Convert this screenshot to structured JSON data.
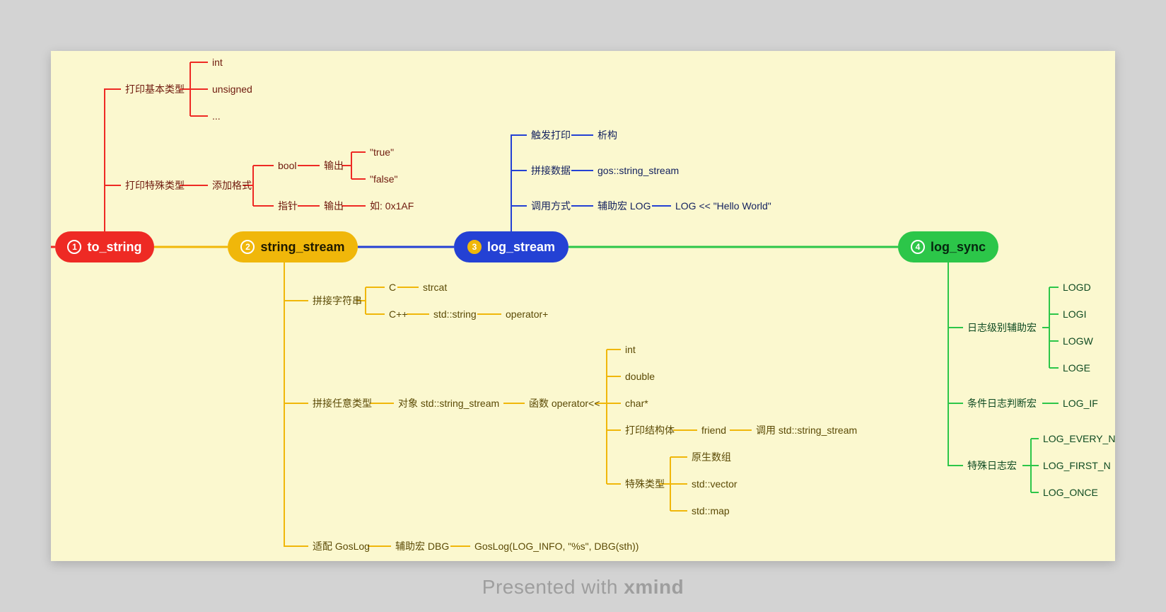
{
  "footer": {
    "prefix": "Presented with",
    "brand": "xmind"
  },
  "colors": {
    "red": "#ee2a24",
    "yellow": "#f0b70a",
    "blue": "#2441d4",
    "green": "#2cc649"
  },
  "main_nodes": [
    {
      "num": "1",
      "label": "to_string"
    },
    {
      "num": "2",
      "label": "string_stream"
    },
    {
      "num": "3",
      "label": "log_stream"
    },
    {
      "num": "4",
      "label": "log_sync"
    }
  ],
  "to_string": {
    "basic": "打印基本类型",
    "int": "int",
    "unsigned": "unsigned",
    "etc": "...",
    "special": "打印特殊类型",
    "add_format": "添加格式",
    "bool": "bool",
    "output_bool": "输出",
    "true": "\"true\"",
    "false": "\"false\"",
    "pointer": "指针",
    "output_ptr": "输出",
    "ptr_example": "如: 0x1AF"
  },
  "string_stream": {
    "concat_str": "拼接字符串",
    "c": "C",
    "strcat": "strcat",
    "cpp": "C++",
    "std_string": "std::string",
    "op_plus": "operator+",
    "concat_any": "拼接任意类型",
    "obj": "对象 std::string_stream",
    "func": "函数 operator<<",
    "int": "int",
    "double": "double",
    "charp": "char*",
    "print_struct": "打印结构体",
    "friend": "friend",
    "call_ss": "调用 std::string_stream",
    "special": "特殊类型",
    "raw_array": "原生数组",
    "vector": "std::vector",
    "map": "std::map",
    "adapt": "适配 GosLog",
    "dbg": "辅助宏 DBG",
    "goslog": "GosLog(LOG_INFO, \"%s\", DBG(sth))"
  },
  "log_stream": {
    "trigger": "触发打印",
    "destruct": "析构",
    "concat": "拼接数据",
    "gos_ss": "gos::string_stream",
    "call": "调用方式",
    "log_macro": "辅助宏 LOG",
    "hello": "LOG << \"Hello World\""
  },
  "log_sync": {
    "level": "日志级别辅助宏",
    "logd": "LOGD",
    "logi": "LOGI",
    "logw": "LOGW",
    "loge": "LOGE",
    "cond": "条件日志判断宏",
    "log_if": "LOG_IF",
    "special": "特殊日志宏",
    "every_n": "LOG_EVERY_N",
    "first_n": "LOG_FIRST_N",
    "once": "LOG_ONCE"
  }
}
